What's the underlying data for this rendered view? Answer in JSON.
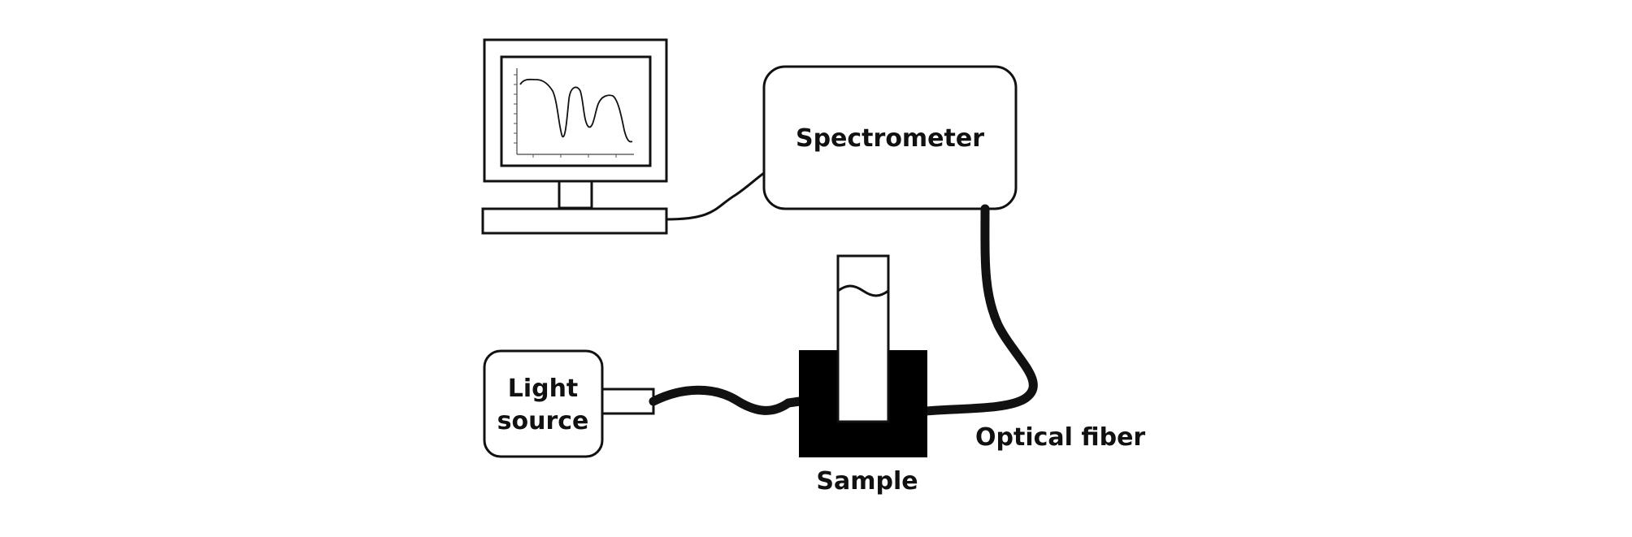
{
  "diagram": {
    "spectrometer_label": "Spectrometer",
    "light_source_label_line1": "Light",
    "light_source_label_line2": "source",
    "sample_label": "Sample",
    "optical_fiber_label": "Optical fiber"
  },
  "colors": {
    "stroke": "#111111",
    "fill": "#ffffff",
    "sample_holder": "#000000"
  }
}
